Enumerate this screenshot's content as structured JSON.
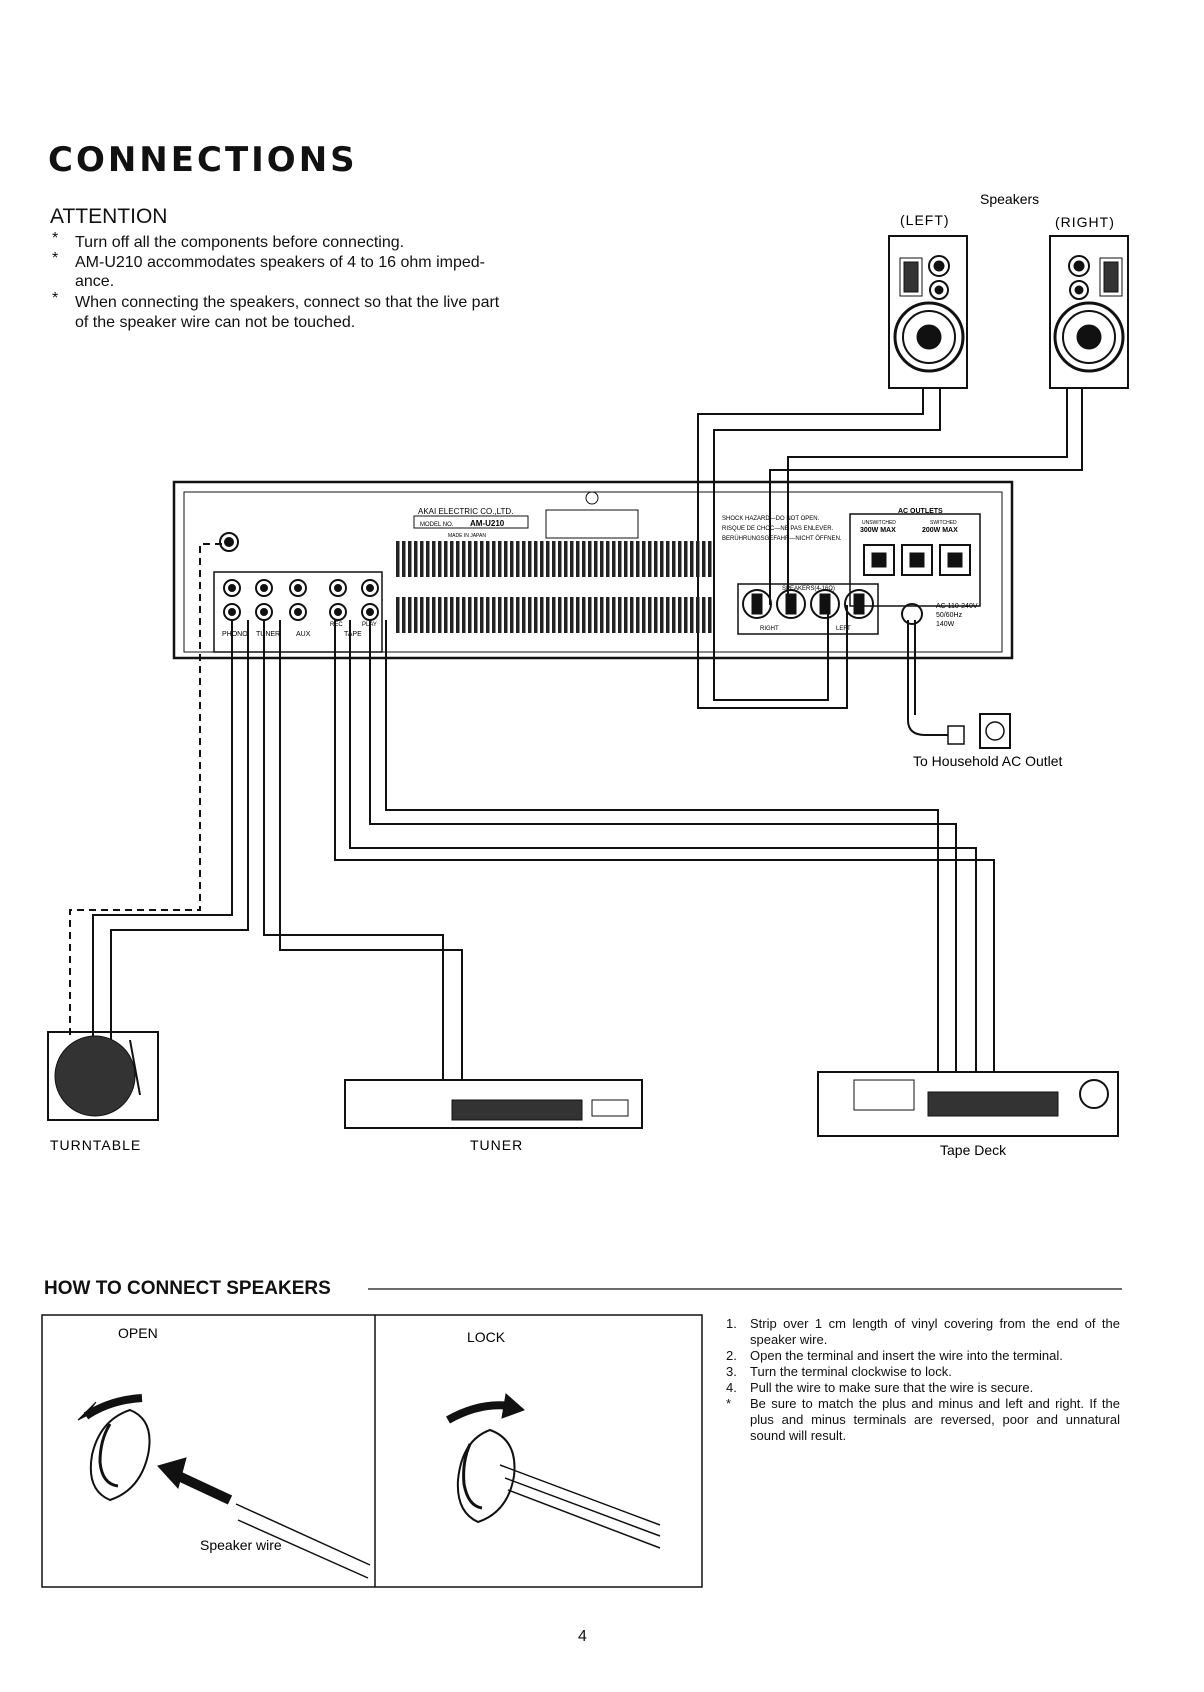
{
  "title": "CONNECTIONS",
  "attention": {
    "heading": "ATTENTION",
    "bullets": [
      "Turn off all the components before connecting.",
      "AM-U210 accommodates speakers of 4 to 16 ohm imped-",
      "ance.",
      "When connecting the speakers, connect so that the live part",
      "of the speaker wire can not be touched."
    ]
  },
  "diagram": {
    "speakers_label": "Speakers",
    "left_label": "(LEFT)",
    "right_label": "(RIGHT)",
    "ac_outlet_label": "To Household AC Outlet",
    "turntable_label": "TURNTABLE",
    "tuner_label": "TUNER",
    "tape_deck_label": "Tape Deck",
    "amp_brand": "AKAI ELECTRIC CO.,LTD.",
    "amp_model_prefix": "MODEL NO.",
    "amp_model": "AM-U210",
    "amp_origin": "MADE IN JAPAN",
    "ac_outlets": "AC OUTLETS",
    "unswitched": "UNSWITCHED",
    "switched": "SWITCHED",
    "unswitched_max": "300W MAX",
    "switched_max": "200W MAX",
    "speakers_terminal": "SPEAKERS(4-16Ω)",
    "right_terminal": "RIGHT",
    "left_terminal": "LEFT",
    "power_rating": "AC 110-240V",
    "freq": "50/60Hz",
    "watts": "140W",
    "warning": [
      "SHOCK HAZARD—DO NOT OPEN.",
      "RISQUE DE CHOC—NE PAS ENLEVER.",
      "BERÜHRUNGSGEFAHR—NICHT ÖFFNEN."
    ],
    "inputs": [
      "PHONO",
      "TUNER",
      "AUX",
      "TAPE"
    ],
    "tape_rec": "REC",
    "tape_play": "PLAY"
  },
  "how_to": {
    "heading": "HOW TO CONNECT SPEAKERS",
    "open_label": "OPEN",
    "lock_label": "LOCK",
    "wire_label": "Speaker wire",
    "steps": [
      {
        "n": "1.",
        "text": "Strip over 1 cm length of vinyl covering from the end of the speaker wire."
      },
      {
        "n": "2.",
        "text": "Open the terminal and insert the wire into the terminal."
      },
      {
        "n": "3.",
        "text": "Turn the terminal clockwise to lock."
      },
      {
        "n": "4.",
        "text": "Pull the wire to make sure that the wire is secure."
      },
      {
        "n": "*",
        "text": "Be sure to match the plus and minus and left and right. If the plus and minus terminals are reversed, poor and unnatural sound will result."
      }
    ]
  },
  "page_number": "4"
}
